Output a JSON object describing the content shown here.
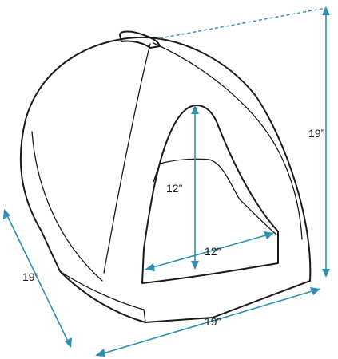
{
  "diagram": {
    "colors": {
      "dimension": "#2e8fb2",
      "outline": "#1a1a1a",
      "background": "#ffffff"
    },
    "dimensions": {
      "height_outer": "19”",
      "depth_outer": "19”",
      "width_outer": "19”",
      "opening_height": "12”",
      "opening_width": "12”"
    }
  }
}
